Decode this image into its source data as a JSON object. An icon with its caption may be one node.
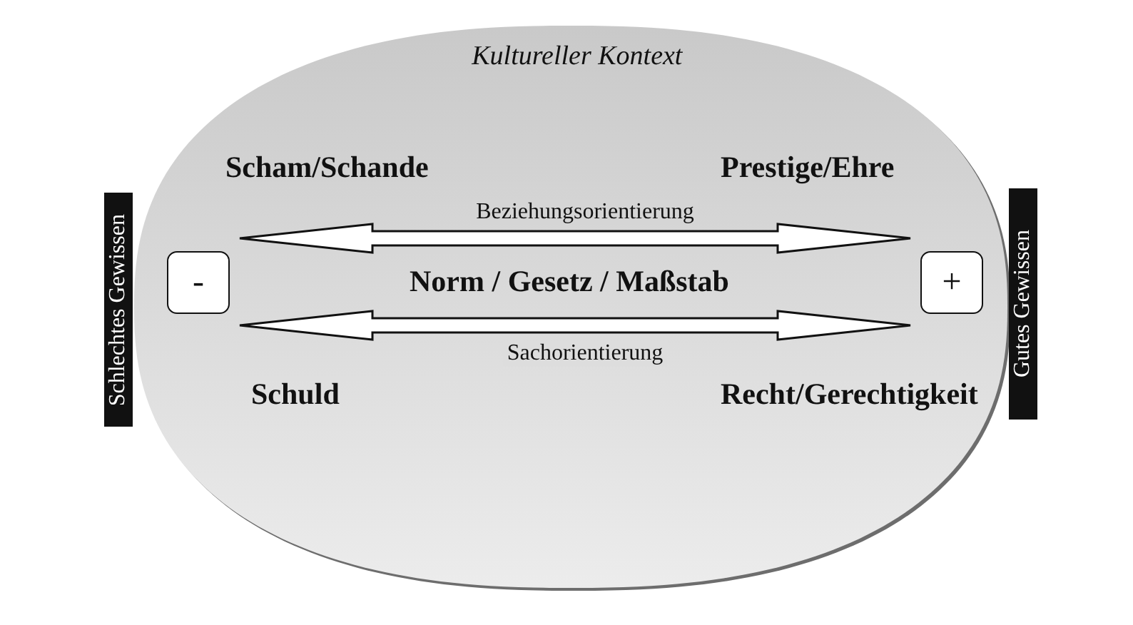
{
  "diagram": {
    "nodes": [
      {
        "text": [
          "Kultureller Kontext"
        ]
      },
      {
        "text": [
          "Schlechtes Gewissen"
        ]
      },
      {
        "text": [
          "-"
        ],
        "in": 0
      },
      {
        "text": [
          "+"
        ],
        "in": 0
      },
      {
        "text": [
          "Gutes Gewissen"
        ]
      }
    ],
    "edges": [
      {
        "from": 2,
        "to": 3,
        "arrow": "both",
        "label": "Beziehungsorientierung"
      },
      {
        "from": 2,
        "to": 3,
        "arrow": "both",
        "label": "Sachorientierung"
      }
    ],
    "labels": [
      "Scham/Schande",
      "Prestige/Ehre",
      "Norm / Gesetz / Maßstab",
      "Schuld",
      "Recht/Gerechtigkeit"
    ]
  }
}
